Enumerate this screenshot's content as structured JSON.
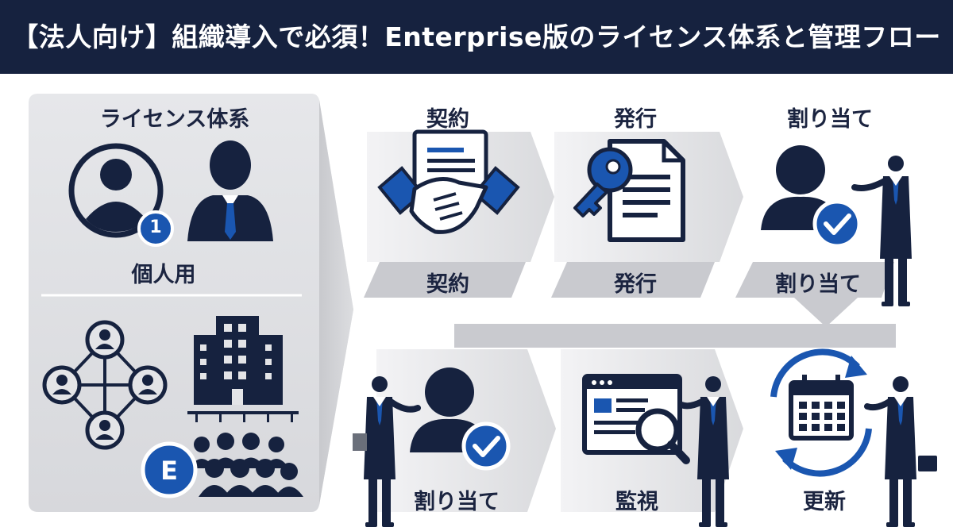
{
  "header": {
    "title": "【法人向け】組織導入で必須！Enterprise版のライセンス体系と管理フロー"
  },
  "license_panel": {
    "title": "ライセンス体系",
    "personal": {
      "label": "個人用",
      "badge": "1"
    },
    "enterprise": {
      "badge": "E"
    }
  },
  "flow": {
    "steps_top": [
      {
        "title": "契約",
        "banner": "契約"
      },
      {
        "title": "発行",
        "banner": "発行"
      },
      {
        "title": "割り当て",
        "banner": "割り当て"
      }
    ],
    "steps_bottom": [
      {
        "label": "割り当て"
      },
      {
        "label": "監視"
      },
      {
        "label": "更新"
      }
    ]
  },
  "colors": {
    "navy": "#16223f",
    "accent_blue": "#1a56b0",
    "panel_gray": "#e1e2e6",
    "arrow_gray": "#c9cacf"
  },
  "icons": [
    "user-circle-icon",
    "businessman-icon",
    "network-icon",
    "building-icon",
    "crowd-icon",
    "handshake-icon",
    "contract-icon",
    "key-icon",
    "document-icon",
    "user-check-icon",
    "presenter-icon",
    "monitor-search-icon",
    "calendar-refresh-icon"
  ]
}
